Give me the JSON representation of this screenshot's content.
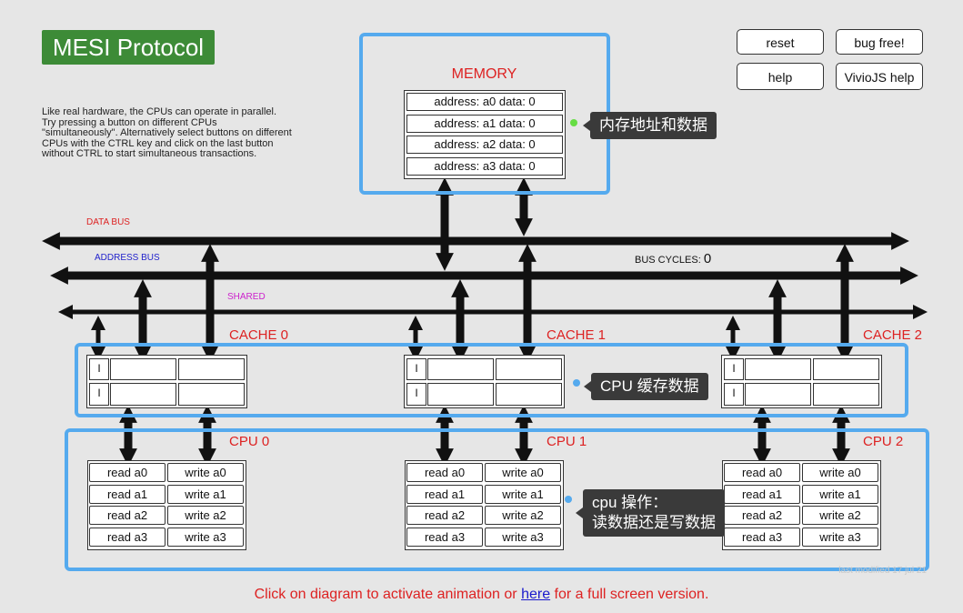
{
  "header": {
    "title": "MESI Protocol"
  },
  "description": "Like real hardware, the CPUs can operate in parallel. Try pressing a button on different CPUs \"simultaneously\". Alternatively select buttons on different CPUs with the CTRL key and click on the last button without CTRL to start simultaneous transactions.",
  "controls": {
    "reset": "reset",
    "bug_free": "bug free!",
    "help": "help",
    "viviojs_help": "VivioJS help"
  },
  "memory": {
    "label": "MEMORY",
    "cells": [
      "address: a0 data: 0",
      "address: a1 data: 0",
      "address: a2 data: 0",
      "address: a3 data: 0"
    ]
  },
  "buses": {
    "data_bus": "DATA BUS",
    "address_bus": "ADDRESS BUS",
    "shared": "SHARED",
    "bus_cycles_label": "BUS CYCLES",
    "bus_cycles_value": "0"
  },
  "caches": [
    {
      "label": "CACHE 0",
      "states": [
        "I",
        "I"
      ]
    },
    {
      "label": "CACHE 1",
      "states": [
        "I",
        "I"
      ]
    },
    {
      "label": "CACHE 2",
      "states": [
        "I",
        "I"
      ]
    }
  ],
  "cpus": [
    {
      "label": "CPU 0",
      "reads": [
        "read a0",
        "read a1",
        "read a2",
        "read a3"
      ],
      "writes": [
        "write a0",
        "write a1",
        "write a2",
        "write a3"
      ]
    },
    {
      "label": "CPU 1",
      "reads": [
        "read a0",
        "read a1",
        "read a2",
        "read a3"
      ],
      "writes": [
        "write a0",
        "write a1",
        "write a2",
        "write a3"
      ]
    },
    {
      "label": "CPU 2",
      "reads": [
        "read a0",
        "read a1",
        "read a2",
        "read a3"
      ],
      "writes": [
        "write a0",
        "write a1",
        "write a2",
        "write a3"
      ]
    }
  ],
  "tooltips": {
    "memory": "内存地址和数据",
    "cache": "CPU 缓存数据",
    "cpu_line1": "cpu 操作：",
    "cpu_line2": "读数据还是写数据"
  },
  "footer": {
    "before": "Click on diagram to activate animation or ",
    "link": "here",
    "after": " for a full screen version."
  },
  "last_modified": "last modified 17 jul 21",
  "colors": {
    "title_bg": "#3d8b37",
    "highlight": "#55aaee",
    "label_red": "#d22",
    "address_bus": "#2222cc",
    "shared": "#cc22cc",
    "tooltip_bg": "#3a3a3a",
    "dot_green": "#66dd44",
    "dot_blue": "#55aaee"
  }
}
